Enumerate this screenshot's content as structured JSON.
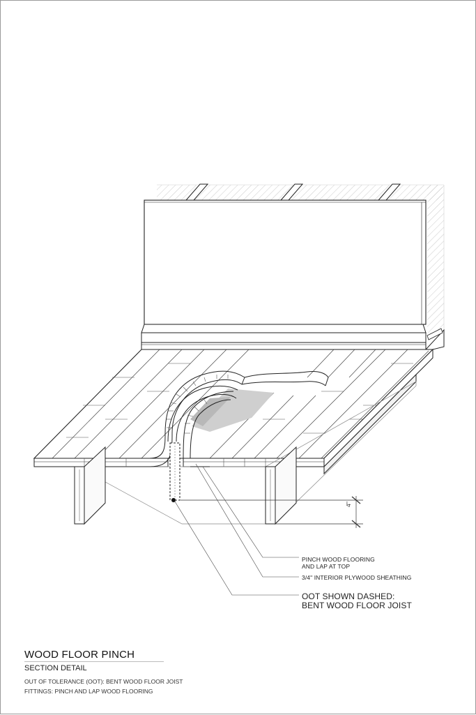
{
  "sheet": {
    "title": "WOOD FLOOR PINCH",
    "subtitle": "SECTION DETAIL",
    "notes": [
      "OUT OF TOLERANCE (OOT): BENT WOOD FLOOR JOIST",
      "FITTINGS: PINCH AND LAP WOOD FLOORING"
    ]
  },
  "callouts": {
    "flooring_line1": "PINCH WOOD FLOORING",
    "flooring_line2": "AND LAP AT TOP",
    "sheathing": "3/4\" INTERIOR PLYWOOD SHEATHING",
    "oot_line1": "OOT SHOWN DASHED:",
    "oot_line2": "BENT WOOD FLOOR JOIST"
  },
  "dimension": {
    "value": "4\""
  }
}
